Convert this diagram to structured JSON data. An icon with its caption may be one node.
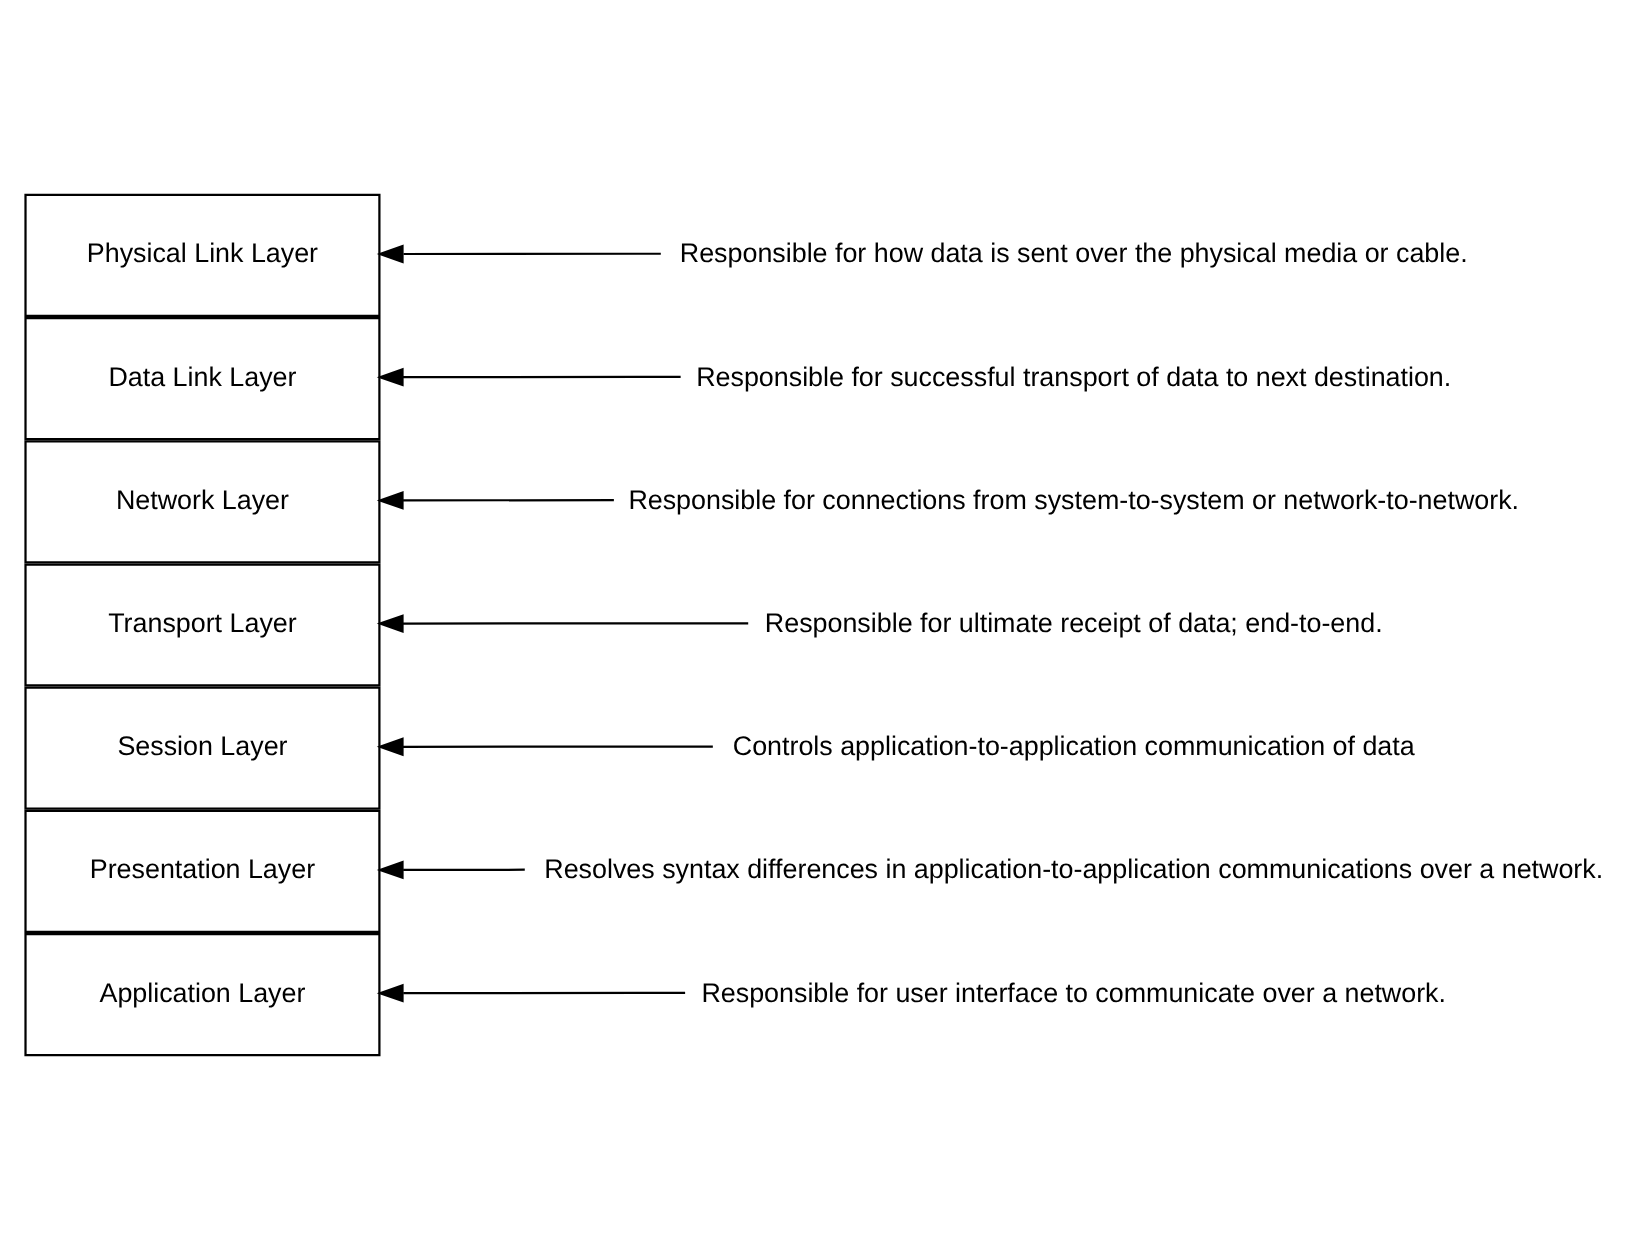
{
  "diagram": {
    "nodes": [
      {
        "text": [
          "Application Layer"
        ]
      },
      {
        "text": [
          "Presentation Layer"
        ]
      },
      {
        "text": [
          "Session Layer"
        ]
      },
      {
        "text": [
          "Transport Layer"
        ]
      },
      {
        "text": [
          "Network Layer"
        ]
      },
      {
        "text": [
          "Data Link Layer"
        ]
      },
      {
        "text": [
          "Physical Link Layer"
        ]
      },
      {
        "text": [
          "Responsible for user interface to communicate over a network."
        ]
      },
      {
        "text": [
          "Resolves syntax differences in application-to-application communications over a network."
        ]
      },
      {
        "text": [
          "Controls application-to-application communication of data"
        ]
      },
      {
        "text": [
          "Responsible for ultimate receipt of data; end-to-end."
        ]
      },
      {
        "text": [
          "Responsible for connections from system-to-system or network-to-network."
        ]
      },
      {
        "text": [
          "Responsible for successful transport of data to next destination."
        ]
      },
      {
        "text": [
          "Responsible for how data is sent over the physical media or cable."
        ]
      }
    ],
    "edges": [
      {
        "from": 7,
        "to": 0,
        "arrow": "to"
      },
      {
        "from": 8,
        "to": 1,
        "arrow": "to"
      },
      {
        "from": 9,
        "to": 2,
        "arrow": "to"
      },
      {
        "from": 10,
        "to": 3,
        "arrow": "to"
      },
      {
        "from": 11,
        "to": 4,
        "arrow": "to"
      },
      {
        "from": 12,
        "to": 5,
        "arrow": "to"
      },
      {
        "from": 13,
        "to": 6,
        "arrow": "to"
      }
    ]
  }
}
